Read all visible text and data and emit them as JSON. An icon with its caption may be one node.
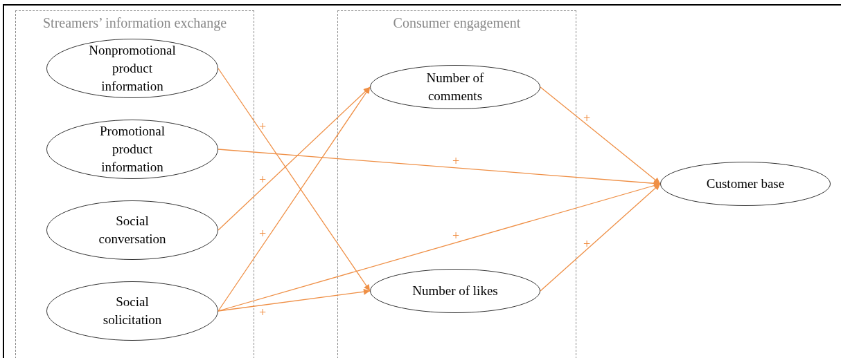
{
  "diagram": {
    "nodes": [
      {
        "text": [
          "Streamers’ information exchange"
        ]
      },
      {
        "text": [
          "Nonpromotional product information"
        ],
        "in": 0
      },
      {
        "text": [
          "Promotional product information"
        ],
        "in": 0
      },
      {
        "text": [
          "Social conversation"
        ],
        "in": 0
      },
      {
        "text": [
          "Social solicitation"
        ],
        "in": 0
      },
      {
        "text": [
          "Consumer engagement"
        ]
      },
      {
        "text": [
          "Number of comments"
        ],
        "in": 5
      },
      {
        "text": [
          "Number of likes"
        ],
        "in": 5
      },
      {
        "text": [
          "Customer base"
        ]
      }
    ],
    "edges": [
      {
        "from": 1,
        "to": 7,
        "arrow": "to",
        "label": "+"
      },
      {
        "from": 2,
        "to": 8,
        "arrow": "to",
        "label": "+"
      },
      {
        "from": 3,
        "to": 6,
        "arrow": "to",
        "label": "+"
      },
      {
        "from": 4,
        "to": 6,
        "arrow": "to",
        "label": "+"
      },
      {
        "from": 4,
        "to": 8,
        "arrow": "to",
        "label": "+"
      },
      {
        "from": 4,
        "to": 7,
        "arrow": "to",
        "label": "+"
      },
      {
        "from": 6,
        "to": 8,
        "arrow": "to",
        "label": "+"
      },
      {
        "from": 7,
        "to": 8,
        "arrow": "to",
        "label": "+"
      }
    ]
  }
}
